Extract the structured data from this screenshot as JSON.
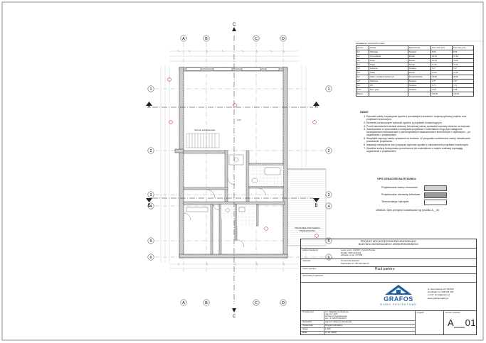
{
  "axes": {
    "columns": [
      "A",
      "B",
      "C",
      "D"
    ],
    "rows": [
      "1",
      "2",
      "3",
      "4",
      "5",
      "6"
    ],
    "section_labels": [
      "A",
      "B",
      "C"
    ]
  },
  "room_table": {
    "title": "Zestawienie powierzchni pietro",
    "headers": [
      "Nr pom.",
      "Nazwa",
      "Wykończenie",
      "Pow. netto [m²]",
      "Pow. użyt. [m²]"
    ],
    "rows": [
      [
        "1/1",
        "Wiatrołap",
        "Terakota",
        "8,06",
        "8,06"
      ],
      [
        "1/2",
        "Komunikacja",
        "Panele",
        "15,20",
        "15,20"
      ],
      [
        "1/3",
        "Pokój",
        "Panele",
        "16,84",
        "16,84"
      ],
      [
        "1/4",
        "Pokój",
        "Panele",
        "11,15",
        "11,15"
      ],
      [
        "1/5",
        "Łazienka",
        "Terakota",
        "5,17",
        "5,17"
      ],
      [
        "1/6",
        "Pokój",
        "Panele",
        "11,25",
        "11,25"
      ],
      [
        "1/7",
        "Salon z aneksem kuchennym",
        "Panele/Terakota",
        "38,59",
        "38,48"
      ],
      [
        "1/8",
        "Spiżarnia",
        "Terakota",
        "1,67",
        "1,67"
      ],
      [
        "1/9",
        "WC",
        "Terakota",
        "1,72",
        "1,72"
      ],
      [
        "1/10",
        "Pom. gosp.",
        "Terakota",
        "3,48",
        "3,48"
      ]
    ],
    "total_label": "Razem",
    "total_values": [
      "130,69",
      "130,23"
    ]
  },
  "notes": {
    "title": "UWAGI",
    "items": [
      "Rysunek należy rozpatrywać łącznie z pozostałymi rysunkami i częścią opisową projektu oraz projektami branżowymi.",
      "Elementy konstrukcyjne wykonać zgodnie z projektem konstrukcyjnym.",
      "Przed zamówieniem stolarki okiennej i drzwiowej należy sprawdzić wymiary otworów na budowie.",
      "Zastosowanie w opracowaniu rozwiązania projektowe i materiałowe mogą być zastąpione rozwiązaniami równoważnymi o porównywalnych właściwościach technicznych i użytkowych – po uzgodnieniu z projektantem.",
      "Wszystkie wymiary należy sprawdzić na budowie. W przypadku rozbieżności należy niezwłocznie powiadomić projektanta.",
      "Instalacje wewnętrzne oraz przyłącza wykonać zgodnie z odpowiednimi projektami branżowymi.",
      "Wszelkie zmiany funkcjonalno-przestrzenne lub materiałowe w trakcie realizacji wymagają uzgodnienia z projektantem."
    ]
  },
  "legend": {
    "title": "OPIS OZNACZEŃ NA RYSUNKU:",
    "items": [
      {
        "label": "Projektowane ściany murowane",
        "color": "#cfcfcf"
      },
      {
        "label": "Projektowane elementy żelbetowe",
        "color": "#9a9a9a"
      },
      {
        "label": "Termoizolacja: styropian",
        "color": "#ffffff"
      }
    ],
    "remark": "UWAGA: Opis przegród rozpatrywać wg rysunku A__06"
  },
  "plan_labels": {
    "stair_label": "Schody jednobiegowe",
    "terrace_label": "TARAS BEZ ZADASZENIA PRZESZKLONA",
    "level_tag": "0,00"
  },
  "title_block": {
    "project_header": "PROJEKT ARCHITEKTONICZNO-BUDOWLANY\nBUDYNKU MIESZKALNEGO JEDNORODZINNEGO",
    "address_label": "Adres inwestycji:",
    "address_value": "Lesiv, woźn. 14/2/97, 11-113 Pliszka\nDziałki: 30/21 Pliszka\nObrębie nr ew. 17/1/96",
    "investor_label": "Inwestor:",
    "investor_value": "Tomasz Drzewiecki\nKaszubska 17, 86-160 Skurcz",
    "drawing_label": "Treść rysunku:",
    "drawing_value": "Rzut parteru",
    "signature_label": "Jednostka projektowa",
    "roles": [
      "Projektował",
      "Sprawdził",
      "Opracował",
      "Skala",
      "Data"
    ],
    "role_values": [
      "inż. Magdalena Radecka\nmgr inż. arch.\nGrzegorz Kasztelowski\nupr. nr 12/PPOIA/2017",
      "mgr inż. Mateusz Kłodowski",
      "Projekt budowlany",
      "1:100",
      "12.01.2020r."
    ],
    "project_label": "Projekt:",
    "sheet_label": "Numer rysunku:",
    "sheet_number": "A__01",
    "company_name": "GRAFOS",
    "company_sub": "BIURO PROJEKTOWE",
    "company_contact": "ul. Żeromskiego 22, 86-300\nGrudziądz tel. 508 993 403\ne-mail: biuro@grafos.pl\nwww.grafosprojekty.pl"
  }
}
